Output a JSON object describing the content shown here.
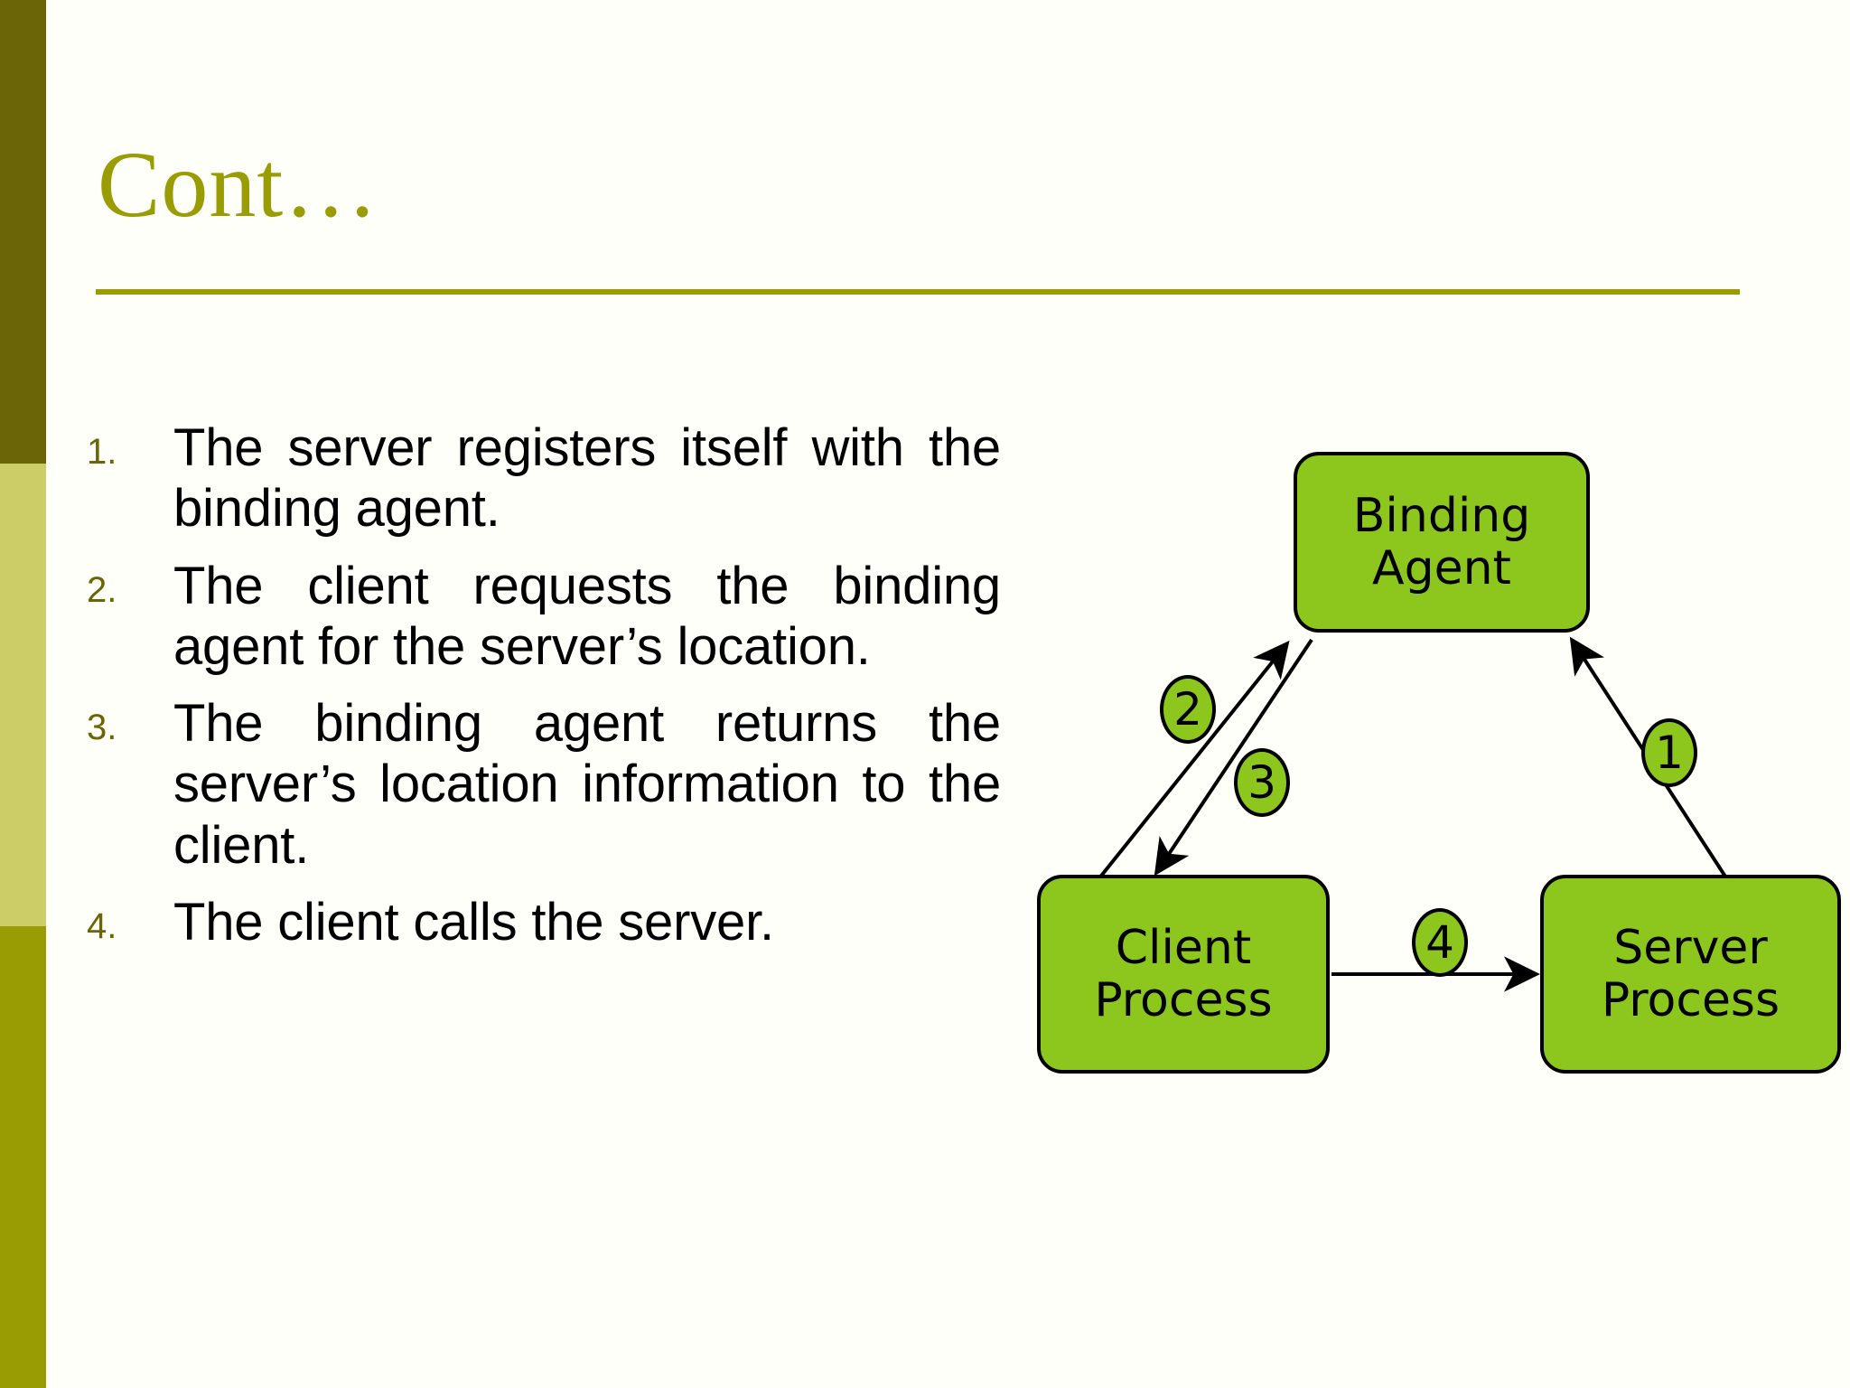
{
  "slide": {
    "title": "Cont…",
    "background_color": "#fdfff8",
    "accent_color": "#9a9c03"
  },
  "sidebar": {
    "bands": [
      {
        "name": "band-top",
        "color": "#6b6508"
      },
      {
        "name": "band-middle",
        "color": "#cccd67"
      },
      {
        "name": "band-bottom",
        "color": "#9a9c03"
      }
    ]
  },
  "list": {
    "items": [
      {
        "number": "1.",
        "text": "The server registers itself with the binding agent."
      },
      {
        "number": "2.",
        "text": "The client requests the binding agent for the server’s location."
      },
      {
        "number": "3.",
        "text": "The binding agent returns the server’s location information to the client."
      },
      {
        "number": "4.",
        "text": "The client calls the server."
      }
    ]
  },
  "diagram": {
    "node_fill_color": "#8DC71E",
    "node_border_color": "#000000",
    "nodes": [
      {
        "id": "binding-agent",
        "line1": "Binding",
        "line2": "Agent"
      },
      {
        "id": "client-process",
        "line1": "Client",
        "line2": "Process"
      },
      {
        "id": "server-process",
        "line1": "Server",
        "line2": "Process"
      }
    ],
    "badges": [
      {
        "id": "badge-1",
        "label": "1"
      },
      {
        "id": "badge-2",
        "label": "2"
      },
      {
        "id": "badge-3",
        "label": "3"
      },
      {
        "id": "badge-4",
        "label": "4"
      }
    ],
    "arrows": [
      {
        "id": "arrow-1",
        "from": "server-process",
        "to": "binding-agent"
      },
      {
        "id": "arrow-2",
        "from": "client-process",
        "to": "binding-agent"
      },
      {
        "id": "arrow-3",
        "from": "binding-agent",
        "to": "client-process"
      },
      {
        "id": "arrow-4",
        "from": "client-process",
        "to": "server-process"
      }
    ]
  }
}
